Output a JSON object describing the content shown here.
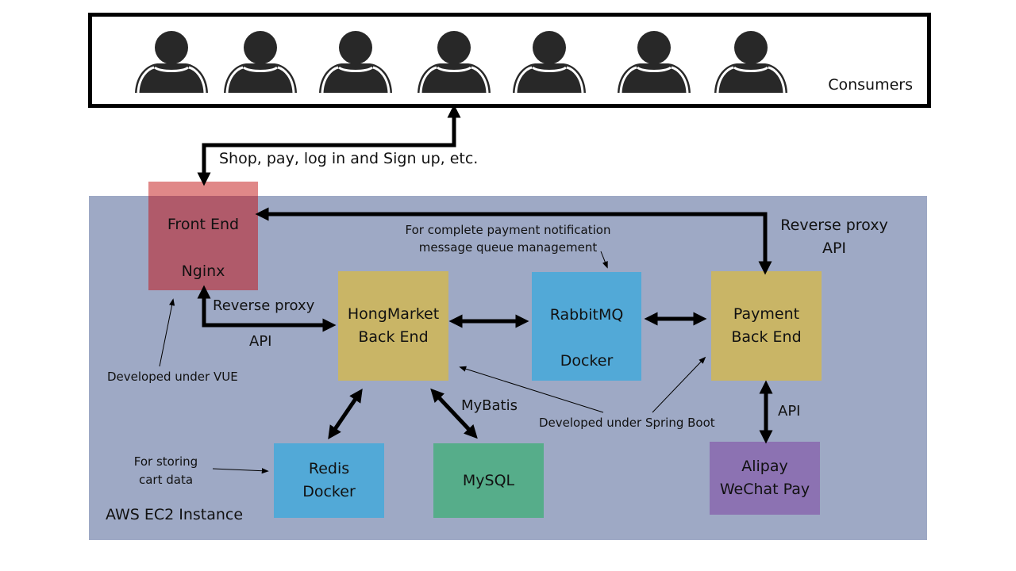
{
  "consumers": {
    "label": "Consumers",
    "icon_count": 7
  },
  "ec2": {
    "label": "AWS EC2 Instance"
  },
  "nodes": {
    "frontend": {
      "line1": "Front End",
      "line2": "Nginx"
    },
    "hongmarket": {
      "line1": "HongMarket",
      "line2": "Back End"
    },
    "rabbitmq": {
      "line1": "RabbitMQ",
      "line2": "Docker"
    },
    "payment": {
      "line1": "Payment",
      "line2": "Back End"
    },
    "redis": {
      "line1": "Redis",
      "line2": "Docker"
    },
    "mysql": {
      "line1": "MySQL"
    },
    "alipay": {
      "line1": "Alipay",
      "line2": "WeChat Pay"
    }
  },
  "edges": {
    "consumer_frontend": "Shop, pay, log in and Sign up, etc.",
    "frontend_hongmarket_1": "Reverse proxy",
    "frontend_hongmarket_2": "API",
    "payment_frontend_1": "Reverse proxy",
    "payment_frontend_2": "API",
    "hongmarket_mysql": "MyBatis",
    "payment_alipay": "API"
  },
  "annotations": {
    "rabbitmq_note_1": "For complete payment notification",
    "rabbitmq_note_2": "message queue management",
    "vue_note": "Developed under VUE",
    "spring_note": "Developed under Spring Boot",
    "redis_note_1": "For storing",
    "redis_note_2": "cart data"
  },
  "colors": {
    "frontend": "#b05a6a",
    "backend": "#c9b566",
    "docker": "#52a9d7",
    "mysql": "#56ad8a",
    "payment_provider": "#8c72b2",
    "ec2_panel": "#9ea9c5"
  }
}
